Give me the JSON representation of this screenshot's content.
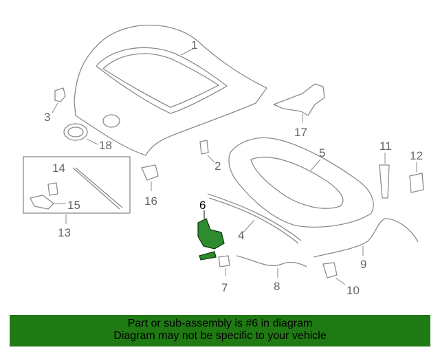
{
  "callouts": {
    "c1": "1",
    "c2": "2",
    "c3": "3",
    "c4": "4",
    "c5": "5",
    "c6": "6",
    "c7": "7",
    "c8": "8",
    "c9": "9",
    "c10": "10",
    "c11": "11",
    "c12": "12",
    "c13": "13",
    "c14": "14",
    "c15": "15",
    "c16": "16",
    "c17": "17",
    "c18": "18"
  },
  "highlighted_part": "6",
  "colors": {
    "banner": "#1f7a13",
    "highlight": "#2e8b2e",
    "line": "#8a8a8a"
  },
  "banner": {
    "line1": "Part or sub-assembly is #6 in diagram",
    "line2": "Diagram may not be specific to your vehicle"
  }
}
